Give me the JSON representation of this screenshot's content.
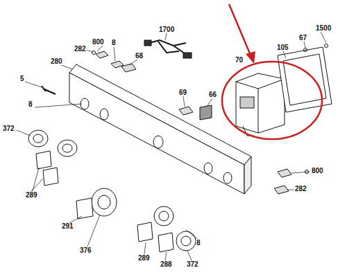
{
  "diagram": {
    "labels": [
      "1700",
      "800",
      "8",
      "282",
      "68",
      "1500",
      "67",
      "105",
      "280",
      "70",
      "5",
      "8",
      "69",
      "66",
      "372",
      "800",
      "282",
      "289",
      "291",
      "376",
      "8",
      "289",
      "288",
      "372"
    ]
  }
}
